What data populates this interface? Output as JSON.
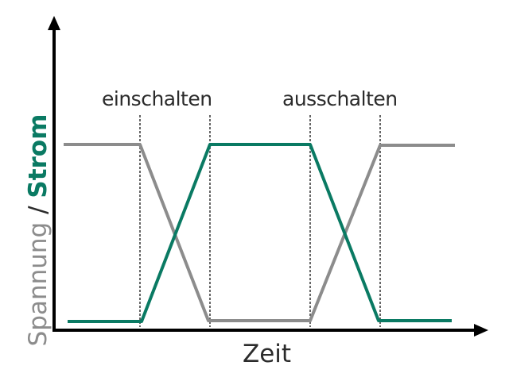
{
  "diagram": {
    "type": "switching-waveform",
    "x_axis_label": "Zeit",
    "y_axis_label": {
      "voltage": "Spannung",
      "separator": " / ",
      "current": "Strom"
    },
    "events": [
      {
        "label": "einschalten",
        "x_start": 176,
        "x_end": 264
      },
      {
        "label": "ausschalten",
        "x_start": 390,
        "x_end": 478
      }
    ],
    "colors": {
      "voltage": "#8c8c8c",
      "current": "#0a7a63",
      "axis": "#000000",
      "guide": "#404040",
      "text": "#2b2b2b"
    },
    "series": [
      {
        "name": "Spannung",
        "color": "#8c8c8c",
        "points": [
          [
            80,
            182
          ],
          [
            176,
            182
          ],
          [
            262,
            404
          ],
          [
            390,
            404
          ],
          [
            478,
            183
          ],
          [
            572,
            183
          ]
        ]
      },
      {
        "name": "Strom",
        "color": "#0a7a63",
        "points": [
          [
            85,
            405
          ],
          [
            178,
            405
          ],
          [
            264,
            182
          ],
          [
            390,
            182
          ],
          [
            476,
            404
          ],
          [
            568,
            404
          ]
        ]
      }
    ]
  }
}
